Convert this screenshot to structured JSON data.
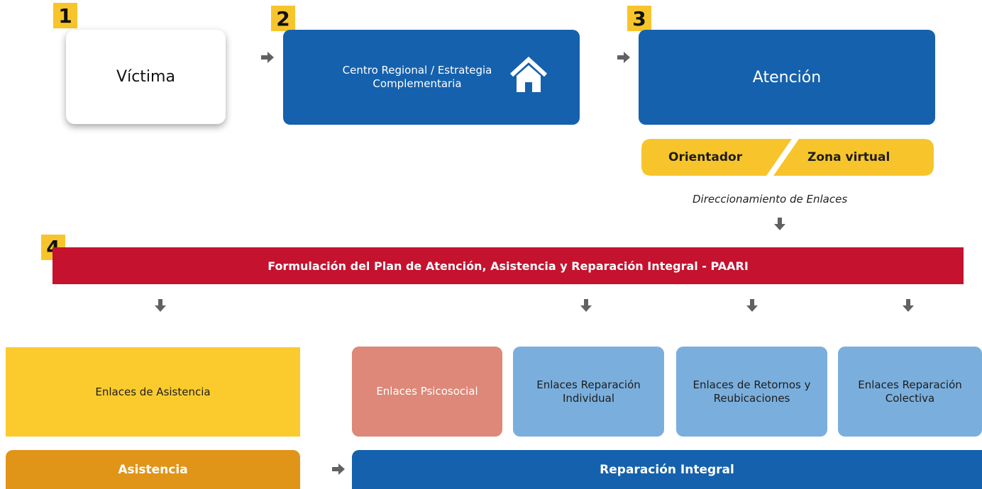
{
  "steps": {
    "s1": {
      "number": "1",
      "label": "Víctima"
    },
    "s2": {
      "number": "2",
      "label": "Centro Regional / Estrategia Complementaria",
      "icon": "house-icon"
    },
    "s3": {
      "number": "3",
      "label": "Atención"
    },
    "s4": {
      "number": "4",
      "label": "Formulación del Plan de Atención, Asistencia y Reparación Integral - PAARI"
    }
  },
  "channels": {
    "left": "Orientador",
    "right": "Zona virtual"
  },
  "routing_label": "Direccionamiento de Enlaces",
  "links": [
    {
      "label": "Enlaces de Asistencia"
    },
    {
      "label": "Enlaces Psicosocial"
    },
    {
      "label": "Enlaces Reparación Individual"
    },
    {
      "label": "Enlaces de Retornos y Reubicaciones"
    },
    {
      "label": "Enlaces Reparación Colectiva"
    }
  ],
  "groups": {
    "assistance": "Asistencia",
    "reparation": "Reparación Integral"
  },
  "colors": {
    "yellow": "#f7c52b",
    "orange": "#e09519",
    "red": "#c4122f",
    "dark_blue": "#1561ad",
    "light_blue": "#7aafdd",
    "salmon": "#dd8878",
    "arrow_gray": "#616161"
  }
}
